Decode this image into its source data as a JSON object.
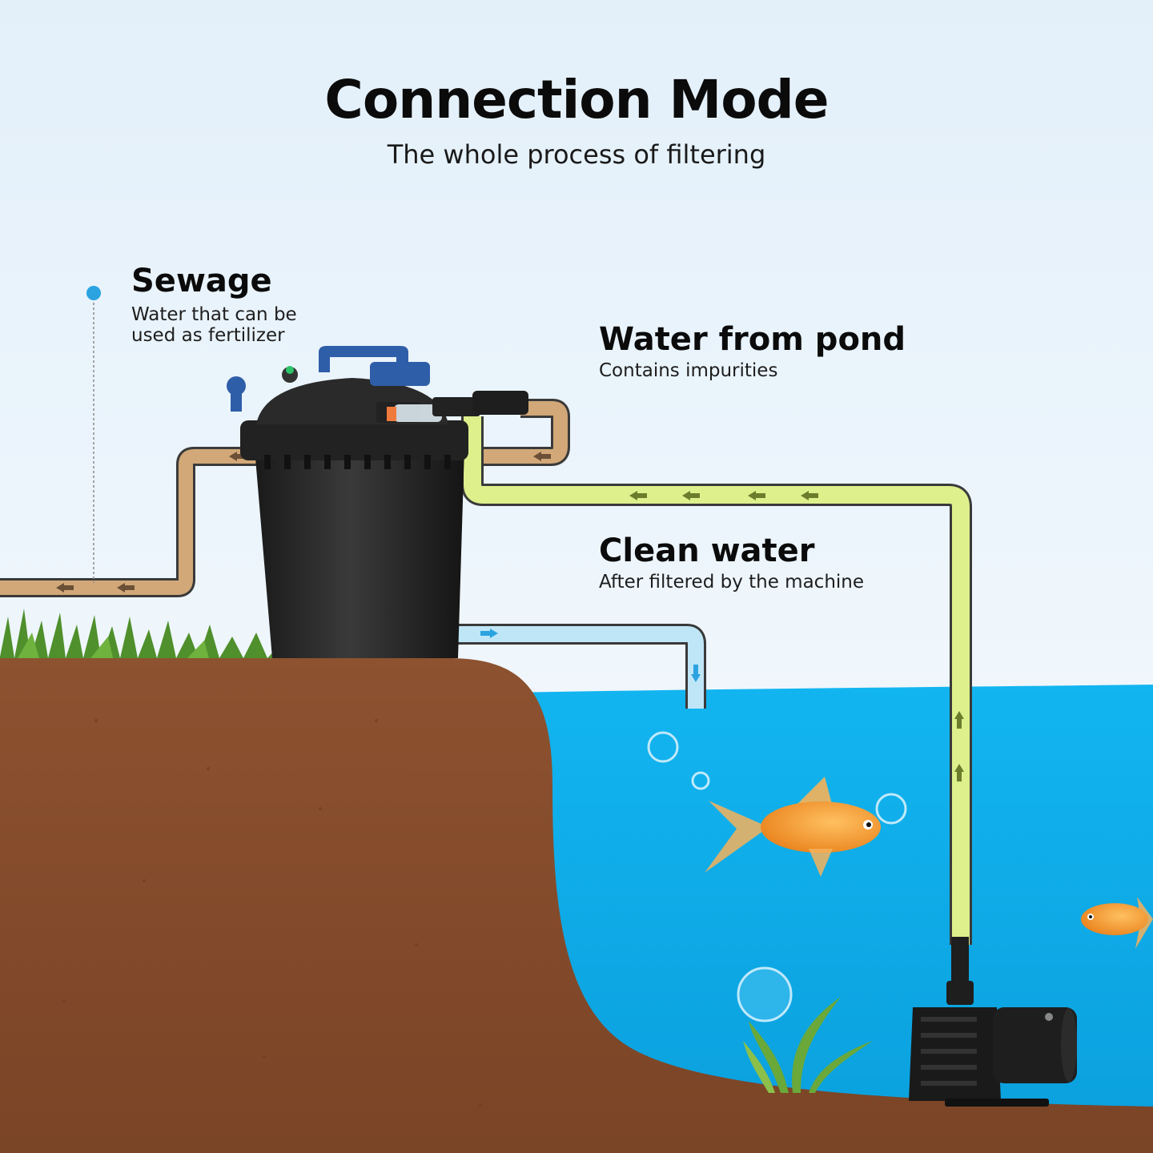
{
  "header": {
    "title": "Connection Mode",
    "subtitle": "The whole process of filtering"
  },
  "labels": {
    "sewage": {
      "heading": "Sewage",
      "line1": "Water that can be",
      "line2": "used as fertilizer"
    },
    "pond": {
      "heading": "Water from pond",
      "desc": "Contains impurities"
    },
    "clean": {
      "heading": "Clean water",
      "desc": "After filtered by the machine"
    }
  },
  "colors": {
    "sky_top": "#e6f2fb",
    "sky_bottom": "#f7fbfe",
    "soil": "#8a4f2c",
    "soil_dark": "#6e3b1f",
    "water": "#0fb0ee",
    "water_deep": "#0a9fdd",
    "sewage_pipe": "#d2a878",
    "pond_pipe": "#ddf08c",
    "clean_pipe": "#bfe6f7",
    "pipe_outline": "#3a3a3a",
    "filter_body": "#2b2b2b",
    "filter_handle": "#2f5ea8",
    "pump_body": "#1e1e1e",
    "fish": "#f49a2a",
    "plant": "#6aa83a",
    "marker_dot": "#2aa3e0"
  },
  "icons": {
    "sewage_flow": "arrow-left-icon",
    "pond_flow_horizontal": "arrow-left-icon",
    "pond_flow_vertical": "arrow-up-icon",
    "clean_flow_horizontal": "arrow-right-icon",
    "clean_flow_vertical": "arrow-down-icon",
    "filter": "pressure-filter-icon",
    "pump": "submersible-pump-icon",
    "fish": "goldfish-icon",
    "bubble": "bubble-icon",
    "plant": "aquatic-plant-icon",
    "grass": "grass-icon",
    "marker": "marker-dot-icon"
  }
}
